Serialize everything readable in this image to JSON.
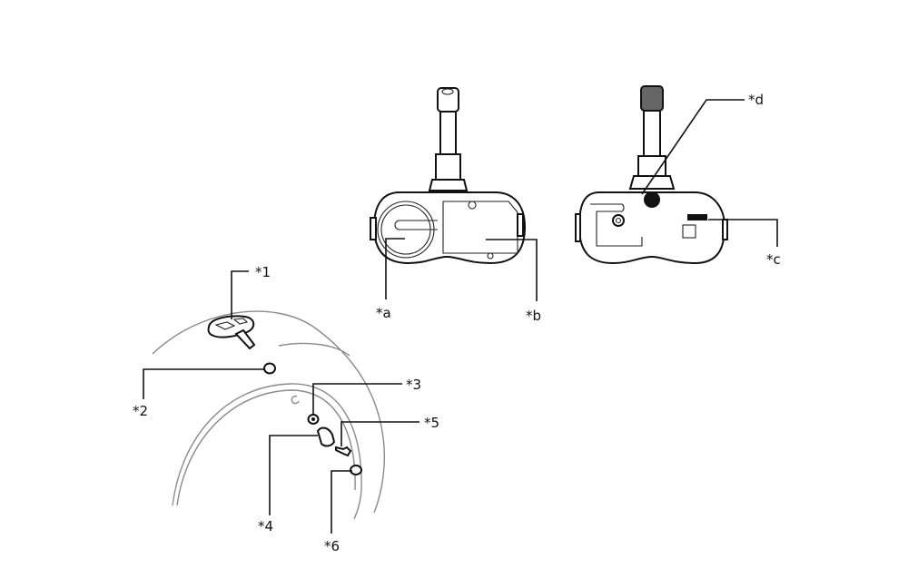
{
  "diagram": {
    "callouts": {
      "c1": "*1",
      "c2": "*2",
      "c3": "*3",
      "c4": "*4",
      "c5": "*5",
      "c6": "*6",
      "ca": "*a",
      "cb": "*b",
      "cc": "*c",
      "cd": "*d"
    },
    "colors": {
      "line": "#111111",
      "wheel": "#8a8a8a"
    }
  }
}
